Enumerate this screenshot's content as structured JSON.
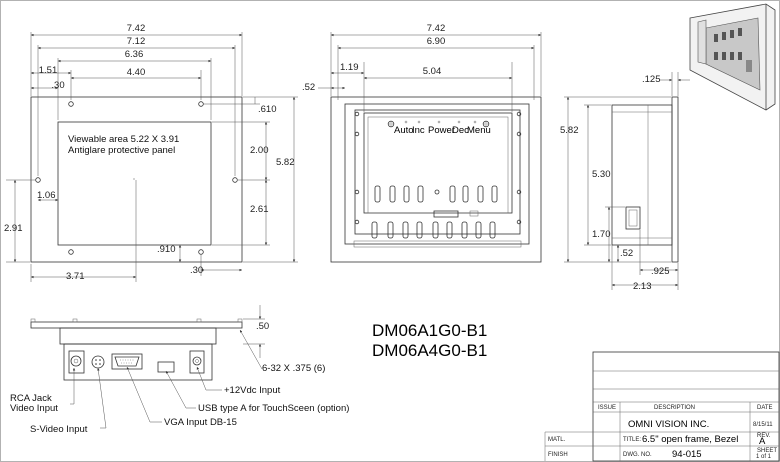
{
  "front_view": {
    "dims": {
      "w_742": "7.42",
      "w_712": "7.12",
      "w_636": "6.36",
      "w_151": "1.51",
      "w_030_top": ".30",
      "w_440": "4.40",
      "h_610": ".610",
      "h_200": "2.00",
      "h_582": "5.82",
      "h_261": "2.61",
      "w_106": "1.06",
      "h_291": "2.91",
      "h_910": ".910",
      "w_030_bot": ".30",
      "w_371": "3.71"
    },
    "viewable_line1": "Viewable area 5.22 X 3.91",
    "viewable_line2": "Antiglare protective panel"
  },
  "rear_view": {
    "dims": {
      "w_742": "7.42",
      "w_690": "6.90",
      "w_119": "1.19",
      "w_504": "5.04",
      "w_052": ".52"
    },
    "buttons": [
      "Auto",
      "Inc",
      "Power",
      "Dec",
      "Menu"
    ]
  },
  "side_view": {
    "dims": {
      "w_125": ".125",
      "h_582": "5.82",
      "h_530": "5.30",
      "h_170": "1.70",
      "h_052": ".52",
      "w_925": ".925",
      "w_213": "2.13"
    }
  },
  "bottom_view": {
    "dims": {
      "h_050": ".50"
    },
    "screw_note": "6-32 X .375 (6)",
    "connectors": [
      {
        "label": "RCA Jack",
        "label2": "Video Input"
      },
      {
        "label": "S-Video Input"
      },
      {
        "label": "VGA Input DB-15"
      },
      {
        "label": "USB type A for TouchSceen (option)"
      },
      {
        "label": "+12Vdc Input"
      }
    ]
  },
  "models": [
    "DM06A1G0-B1",
    "DM06A4G0-B1"
  ],
  "title_block": {
    "issue_hdr": "ISSUE",
    "desc_hdr": "DESCRIPTION",
    "date_hdr": "DATE",
    "company": "OMNI VISION INC.",
    "date": "8/15/11",
    "matl": "MATL.",
    "title_lbl": "TITLE:",
    "title": "6.5\" open frame, Bezel",
    "rev_lbl": "REV.",
    "rev": "A",
    "finish": "FINISH",
    "dwg_lbl": "DWG. NO.",
    "dwg": "94-015",
    "sheet_lbl": "SHEET",
    "sheet": "1 of 1"
  }
}
